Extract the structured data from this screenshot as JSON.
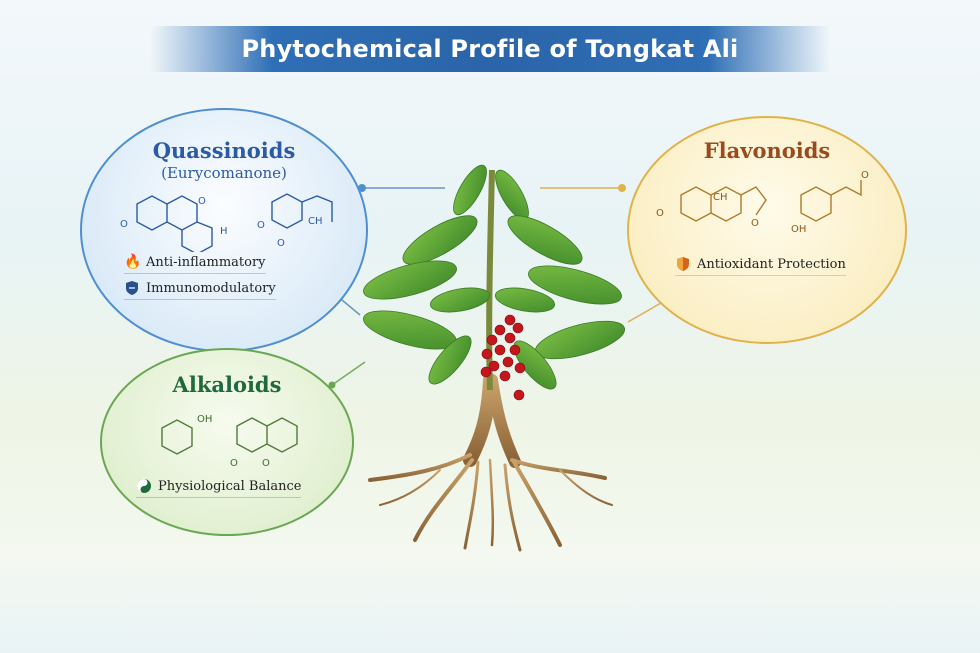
{
  "title": "Phytochemical Profile of Tongkat Ali",
  "quassinoids": {
    "name": "Quassinoids",
    "subtitle": "(Eurycomanone)",
    "color": "#2a5aa8",
    "structure_labels": [
      "O",
      "H",
      "O",
      "CH",
      "O",
      "O"
    ],
    "properties": [
      {
        "label": "Anti-inflammatory",
        "icon": "flame-icon"
      },
      {
        "label": "Immunomodulatory",
        "icon": "shield-icon"
      }
    ]
  },
  "flavonoids": {
    "name": "Flavonoids",
    "color": "#9a4a1c",
    "structure_labels": [
      "CH",
      "O",
      "O",
      "OH",
      "O"
    ],
    "properties": [
      {
        "label": "Antioxidant Protection",
        "icon": "shield-icon"
      }
    ]
  },
  "alkaloids": {
    "name": "Alkaloids",
    "color": "#1f6a3a",
    "structure_labels": [
      "OH",
      "O",
      "O"
    ],
    "properties": [
      {
        "label": "Physiological Balance",
        "icon": "yin-yang-icon"
      }
    ]
  }
}
